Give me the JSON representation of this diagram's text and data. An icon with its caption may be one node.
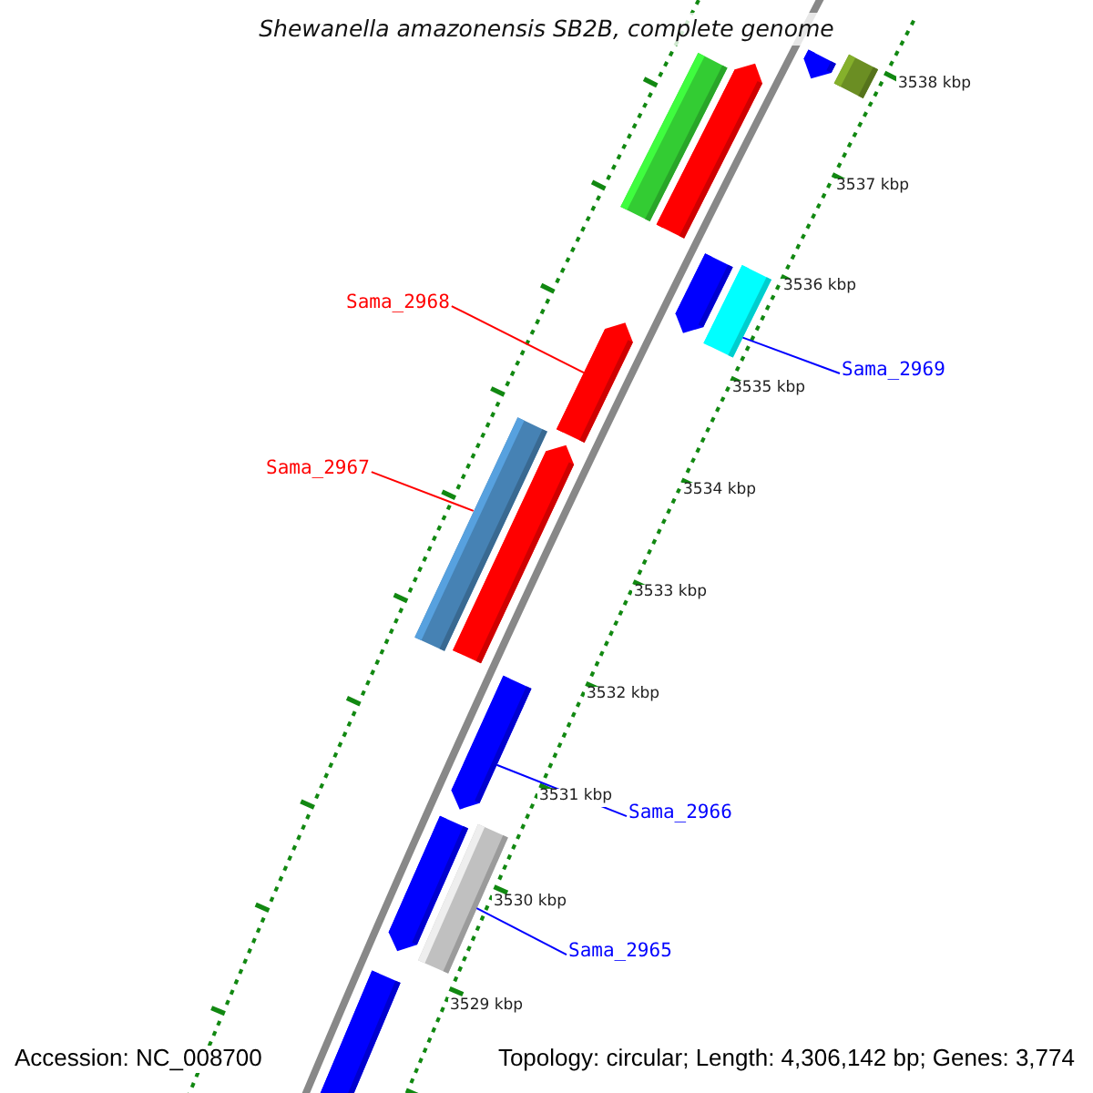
{
  "diagram": {
    "title": "Shewanella amazonensis SB2B, complete genome",
    "nodes": [
      {
        "text": [
          "Sama_2968"
        ]
      },
      {
        "text": [
          "Sama_2967"
        ]
      },
      {
        "text": [
          "Sama_2969"
        ]
      },
      {
        "text": [
          "Sama_2966"
        ]
      },
      {
        "text": [
          "Sama_2965"
        ]
      },
      {
        "text": [],
        "shape": "bar"
      },
      {
        "text": [],
        "shape": "bar"
      },
      {
        "text": [],
        "shape": "bar"
      },
      {
        "text": [],
        "shape": "bar"
      },
      {
        "text": [],
        "shape": "bar"
      },
      {
        "text": [],
        "shape": "bar"
      },
      {
        "text": [],
        "shape": "bar"
      },
      {
        "text": [],
        "shape": "bar"
      },
      {
        "text": [],
        "shape": "bar"
      },
      {
        "text": [],
        "shape": "bar"
      },
      {
        "text": [],
        "shape": "bar"
      },
      {
        "text": [],
        "shape": "bar"
      },
      {
        "text": [],
        "shape": "bar"
      }
    ],
    "edges": [
      {
        "from": 0,
        "to": 11,
        "arrow": "none",
        "color": "#ff0000"
      },
      {
        "from": 1,
        "to": 13,
        "arrow": "none",
        "color": "#ff0000"
      },
      {
        "from": 2,
        "to": 10,
        "arrow": "none"
      },
      {
        "from": 3,
        "to": 14,
        "arrow": "none"
      },
      {
        "from": 4,
        "to": 16,
        "arrow": "none"
      }
    ],
    "labels": [
      "3538 kbp",
      "3537 kbp",
      "3536 kbp",
      "3535 kbp",
      "3534 kbp",
      "3533 kbp",
      "3532 kbp",
      "3531 kbp",
      "3530 kbp",
      "3529 kbp",
      "Accession: NC_008700",
      "Topology: circular; Length: 4,306,142 bp; Genes: 3,774"
    ]
  }
}
